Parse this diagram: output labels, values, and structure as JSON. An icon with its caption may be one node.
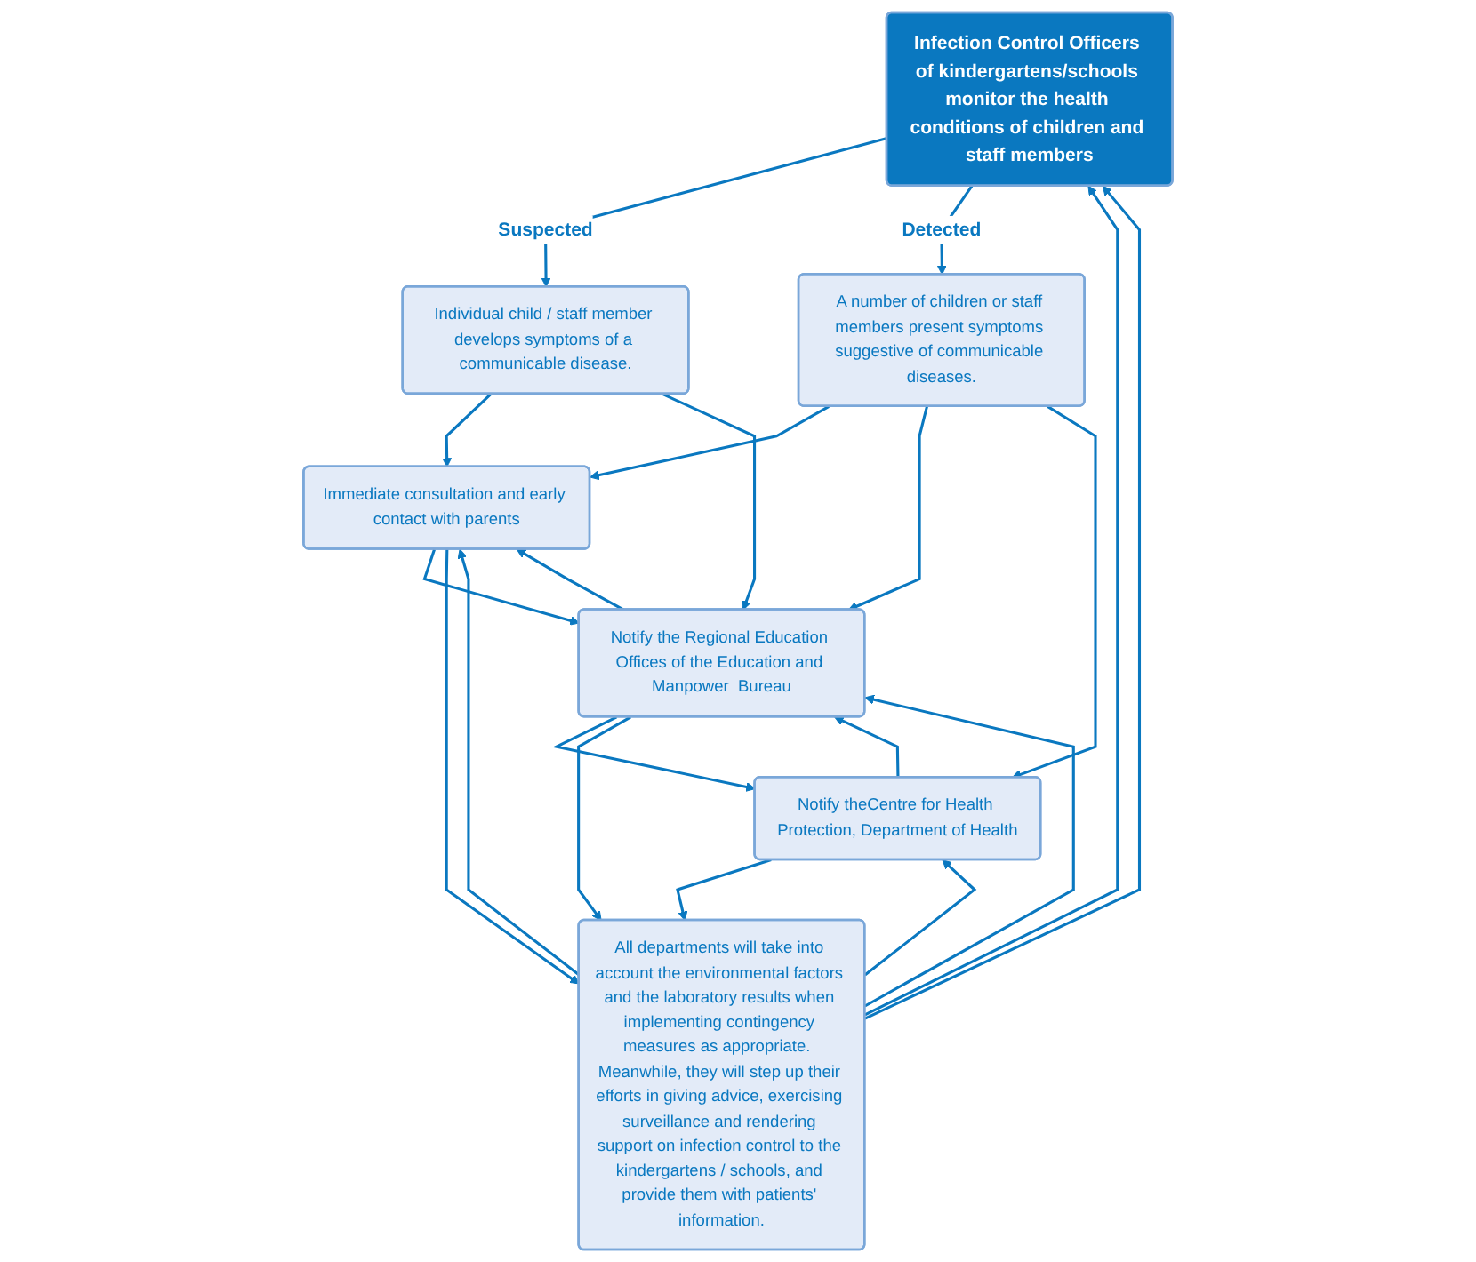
{
  "diagram": {
    "nodes": [
      {
        "text": [
          "Infection Control Officers of kindergartens/schools monitor the health conditions of children and staff members"
        ]
      },
      {
        "text": [
          "Individual child / staff member develops symptoms of a communicable disease."
        ]
      },
      {
        "text": [
          "A number of children or staff members present symptoms suggestive of communicable diseases."
        ]
      },
      {
        "text": [
          "Immediate consultation and early contact with parents"
        ]
      },
      {
        "text": [
          "Notify the Regional Education Offices of the Education and Manpower  Bureau"
        ]
      },
      {
        "text": [
          "Notify theCentre for Health Protection, Department of Health"
        ]
      },
      {
        "text": [
          "All departments will take into account the environmental factors and the laboratory results when implementing contingency measures as appropriate.  Meanwhile, they will step up their efforts in giving advice, exercising surveillance and rendering support on infection control to the kindergartens / schools, and provide them with patients' information."
        ]
      }
    ],
    "edges": [
      {
        "from": 0,
        "to": 1,
        "arrow": "to",
        "label": "Suspected"
      },
      {
        "from": 0,
        "to": 2,
        "arrow": "to",
        "label": "Detected"
      },
      {
        "from": 1,
        "to": 3,
        "arrow": "to"
      },
      {
        "from": 1,
        "to": 4,
        "arrow": "to"
      },
      {
        "from": 2,
        "to": 3,
        "arrow": "to"
      },
      {
        "from": 2,
        "to": 4,
        "arrow": "to"
      },
      {
        "from": 2,
        "to": 5,
        "arrow": "to"
      },
      {
        "from": 3,
        "to": 4,
        "arrow": "to"
      },
      {
        "from": 4,
        "to": 5,
        "arrow": "to"
      },
      {
        "from": 4,
        "to": 3,
        "arrow": "to"
      },
      {
        "from": 5,
        "to": 4,
        "arrow": "to"
      },
      {
        "from": 3,
        "to": 6,
        "arrow": "to"
      },
      {
        "from": 6,
        "to": 3,
        "arrow": "to"
      },
      {
        "from": 4,
        "to": 6,
        "arrow": "to"
      },
      {
        "from": 6,
        "to": 4,
        "arrow": "to"
      },
      {
        "from": 5,
        "to": 6,
        "arrow": "to"
      },
      {
        "from": 6,
        "to": 5,
        "arrow": "to"
      },
      {
        "from": 6,
        "to": 0,
        "arrow": "to"
      },
      {
        "from": 6,
        "to": 0,
        "arrow": "to"
      }
    ]
  }
}
